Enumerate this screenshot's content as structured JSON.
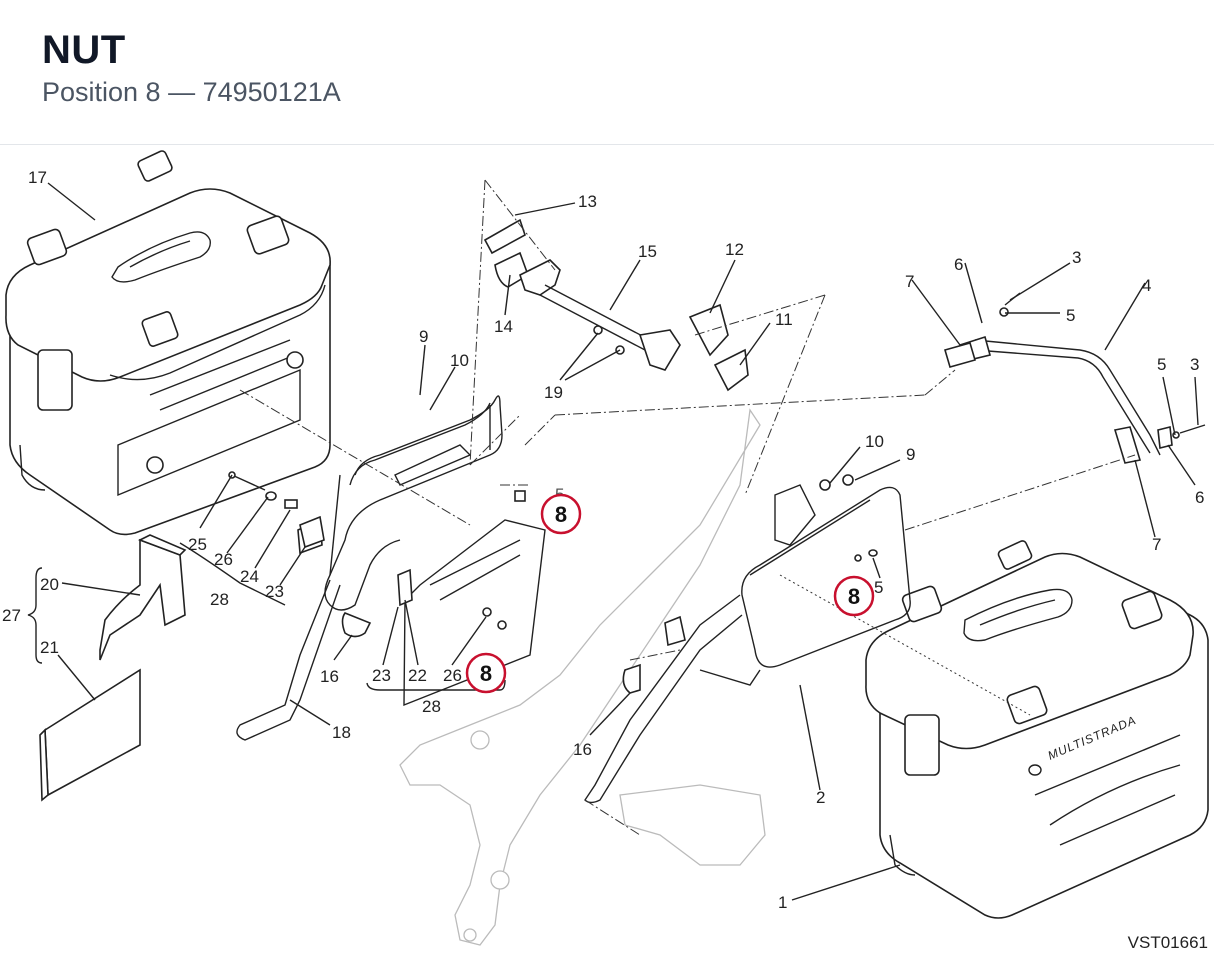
{
  "header": {
    "title": "NUT",
    "position_label": "Position 8",
    "separator": "—",
    "part_number": "74950121A"
  },
  "diagram": {
    "code": "VST01661",
    "highlight_color": "#c8102e",
    "callouts": [
      "1",
      "2",
      "3",
      "3",
      "4",
      "5",
      "5",
      "5",
      "5",
      "6",
      "6",
      "7",
      "7",
      "9",
      "9",
      "10",
      "10",
      "11",
      "12",
      "13",
      "14",
      "15",
      "16",
      "16",
      "17",
      "18",
      "19",
      "20",
      "21",
      "22",
      "23",
      "23",
      "24",
      "25",
      "26",
      "26",
      "27",
      "28",
      "28"
    ],
    "highlights": [
      "8",
      "8",
      "8"
    ],
    "brand_mark": "MULTISTRADA"
  }
}
